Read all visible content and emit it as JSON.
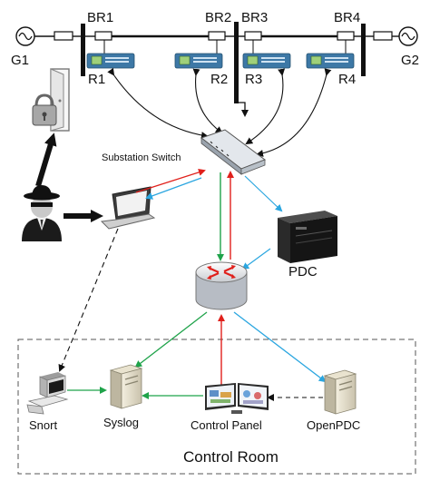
{
  "generators": [
    "G1",
    "G2"
  ],
  "breakers": [
    "BR1",
    "BR2",
    "BR3",
    "BR4"
  ],
  "relays": [
    "R1",
    "R2",
    "R3",
    "R4"
  ],
  "switch_label": "Substation Switch",
  "pdc_label": "PDC",
  "room_title": "Control Room",
  "hosts": [
    "Snort",
    "Syslog",
    "Control Panel",
    "OpenPDC"
  ],
  "colors": {
    "green": "#1fa34a",
    "red": "#e0201b",
    "blue": "#2aa6e0",
    "black": "#111111",
    "relay": "#3d78a6"
  },
  "icons": [
    "power-source-icon",
    "resistor-icon",
    "padlock-door-icon",
    "hacker-icon",
    "laptop-icon",
    "network-switch-icon",
    "pdc-server-icon",
    "router-icon",
    "desktop-computer-icon",
    "tower-server-icon",
    "monitor-icon"
  ]
}
